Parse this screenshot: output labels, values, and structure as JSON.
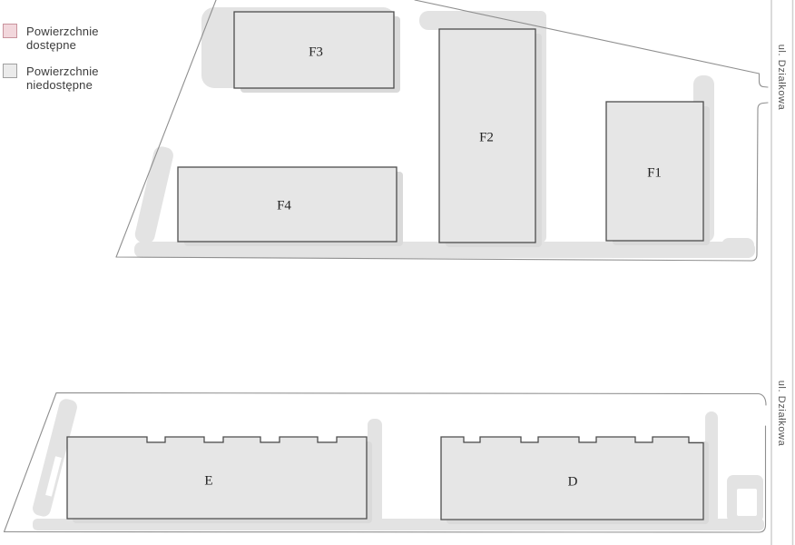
{
  "legend": {
    "items": [
      {
        "name": "available",
        "label": "Powierzchnie dostępne",
        "fill": "#f2d7dc",
        "border": "#c9939d"
      },
      {
        "name": "unavailable",
        "label": "Powierzchnie niedostępne",
        "fill": "#ebebeb",
        "border": "#a0a0a0"
      }
    ]
  },
  "streets": [
    {
      "label": "ul. Działkowa"
    },
    {
      "label": "ul. Działkowa"
    }
  ],
  "buildings": [
    {
      "id": "F3",
      "label": "F3",
      "status": "unavailable"
    },
    {
      "id": "F2",
      "label": "F2",
      "status": "unavailable"
    },
    {
      "id": "F1",
      "label": "F1",
      "status": "unavailable"
    },
    {
      "id": "F4",
      "label": "F4",
      "status": "unavailable"
    },
    {
      "id": "E",
      "label": "E",
      "status": "unavailable"
    },
    {
      "id": "D",
      "label": "D",
      "status": "unavailable"
    }
  ],
  "colors": {
    "road": "#e3e3e3",
    "shadow": "#dadada",
    "building_fill": "#e6e6e6",
    "building_border": "#4d4d4d",
    "parcel_boundary": "#8f8f8f",
    "street_line": "#cfcfcf",
    "building_label_text": "#222222",
    "street_label_text": "#555555",
    "legend_text": "#3b3b3b"
  }
}
